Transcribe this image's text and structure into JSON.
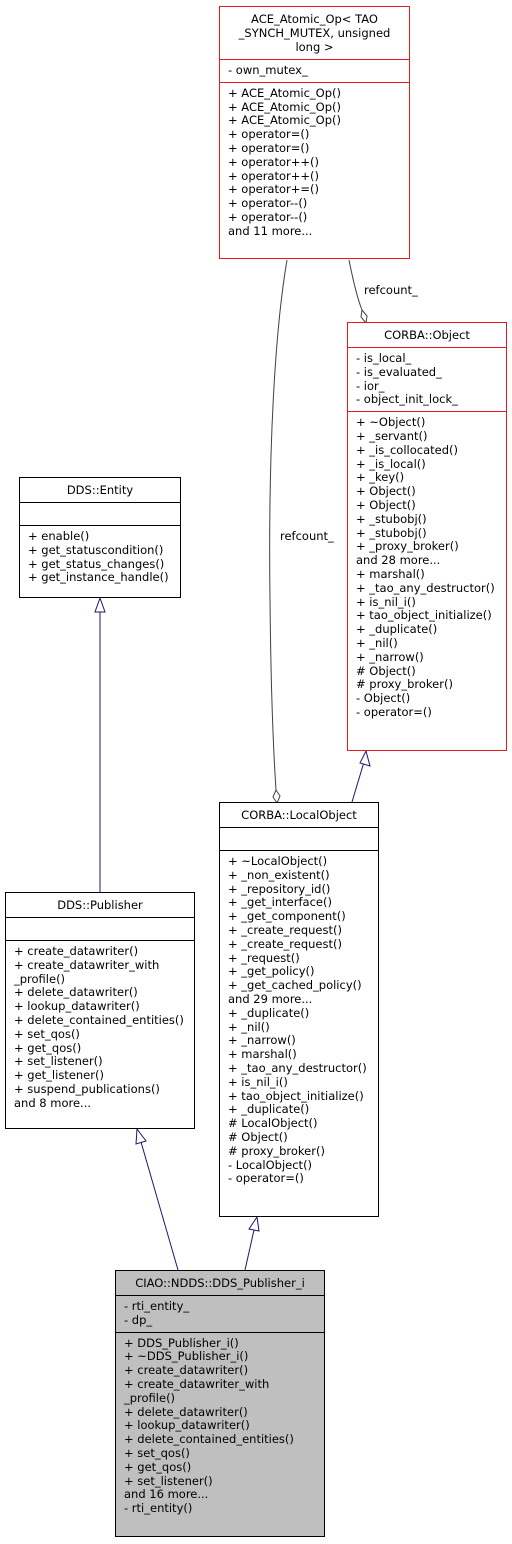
{
  "classes": {
    "atomic": {
      "title": [
        "ACE_Atomic_Op< TAO",
        "_SYNCH_MUTEX, unsigned",
        "long >"
      ],
      "attributes": [
        "- own_mutex_"
      ],
      "operations": [
        "+ ACE_Atomic_Op()",
        "+ ACE_Atomic_Op()",
        "+ ACE_Atomic_Op()",
        "+ operator=()",
        "+ operator=()",
        "+ operator++()",
        "+ operator++()",
        "+ operator+=()",
        "+ operator--()",
        "+ operator--()",
        "and 11 more..."
      ]
    },
    "corba_object": {
      "title": [
        "CORBA::Object"
      ],
      "attributes": [
        "- is_local_",
        "- is_evaluated_",
        "- ior_",
        "- object_init_lock_"
      ],
      "operations": [
        "+ ~Object()",
        "+ _servant()",
        "+ _is_collocated()",
        "+ _is_local()",
        "+ _key()",
        "+ Object()",
        "+ Object()",
        "+ _stubobj()",
        "+ _stubobj()",
        "+ _proxy_broker()",
        "and 28 more...",
        "+ marshal()",
        "+ _tao_any_destructor()",
        "+ is_nil_i()",
        "+ tao_object_initialize()",
        "+ _duplicate()",
        "+ _nil()",
        "+ _narrow()",
        "# Object()",
        "# proxy_broker()",
        "- Object()",
        "- operator=()"
      ]
    },
    "dds_entity": {
      "title": [
        "DDS::Entity"
      ],
      "attributes": [],
      "operations": [
        "+ enable()",
        "+ get_statuscondition()",
        "+ get_status_changes()",
        "+ get_instance_handle()"
      ]
    },
    "local_object": {
      "title": [
        "CORBA::LocalObject"
      ],
      "attributes": [],
      "operations": [
        "+ ~LocalObject()",
        "+ _non_existent()",
        "+ _repository_id()",
        "+ _get_interface()",
        "+ _get_component()",
        "+ _create_request()",
        "+ _create_request()",
        "+ _request()",
        "+ _get_policy()",
        "+ _get_cached_policy()",
        "and 29 more...",
        "+ _duplicate()",
        "+ _nil()",
        "+ _narrow()",
        "+ marshal()",
        "+ _tao_any_destructor()",
        "+ is_nil_i()",
        "+ tao_object_initialize()",
        "+ _duplicate()",
        "# LocalObject()",
        "# Object()",
        "# proxy_broker()",
        "- LocalObject()",
        "- operator=()"
      ]
    },
    "dds_publisher": {
      "title": [
        "DDS::Publisher"
      ],
      "attributes": [],
      "operations": [
        "+ create_datawriter()",
        "+ create_datawriter_with",
        "_profile()",
        "+ delete_datawriter()",
        "+ lookup_datawriter()",
        "+ delete_contained_entities()",
        "+ set_qos()",
        "+ get_qos()",
        "+ set_listener()",
        "+ get_listener()",
        "+ suspend_publications()",
        "and 8 more..."
      ]
    },
    "publisher_i": {
      "title": [
        "CIAO::NDDS::DDS_Publisher_i"
      ],
      "attributes": [
        "- rti_entity_",
        "- dp_"
      ],
      "operations": [
        "+ DDS_Publisher_i()",
        "+ ~DDS_Publisher_i()",
        "+ create_datawriter()",
        "+ create_datawriter_with",
        "_profile()",
        "+ delete_datawriter()",
        "+ lookup_datawriter()",
        "+ delete_contained_entities()",
        "+ set_qos()",
        "+ get_qos()",
        "+ set_listener()",
        "and 16 more...",
        "- rti_entity()"
      ]
    }
  },
  "edge_labels": {
    "refcount_right": "refcount_",
    "refcount_left": "refcount_"
  },
  "colors": {
    "highlight_border": "#e41a1c",
    "focus_fill": "#bfbfbf",
    "arrow": "#191970",
    "edge_gray": "#404040"
  }
}
